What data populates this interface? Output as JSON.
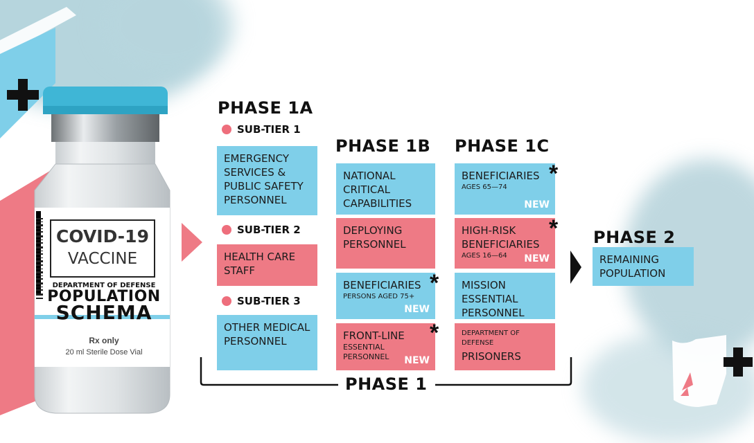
{
  "vial": {
    "title": "COVID-19",
    "subtitle": "VACCINE",
    "dept": "DEPARTMENT OF DEFENSE",
    "line1": "POPULATION",
    "line2": "SCHEMA",
    "rx": "Rx only",
    "dose": "20 ml  Sterile Dose Vial"
  },
  "phase1a": {
    "title": "PHASE 1A",
    "tiers": [
      {
        "label": "SUB-TIER 1",
        "box": "EMERGENCY SERVICES & PUBLIC SAFETY PERSONNEL"
      },
      {
        "label": "SUB-TIER 2",
        "box": "HEALTH CARE STAFF"
      },
      {
        "label": "SUB-TIER 3",
        "box": "OTHER MEDICAL PERSONNEL"
      }
    ]
  },
  "phase1b": {
    "title": "PHASE 1B",
    "boxes": [
      {
        "text": "NATIONAL CRITICAL CAPABILITIES"
      },
      {
        "text": "DEPLOYING PERSONNEL"
      },
      {
        "text": "BENEFICIARIES",
        "sub": "PERSONS AGED 75+",
        "badge": "NEW",
        "mark": "*"
      },
      {
        "text": "FRONT-LINE",
        "sub": "ESSENTIAL PERSONNEL",
        "badge": "NEW",
        "mark": "*"
      }
    ]
  },
  "phase1c": {
    "title": "PHASE 1C",
    "boxes": [
      {
        "text": "BENEFICIARIES",
        "sub": "AGES 65—74",
        "badge": "NEW",
        "mark": "*"
      },
      {
        "text": "HIGH-RISK BENEFICIARIES",
        "sub": "AGES 16—64",
        "badge": "NEW",
        "mark": "*"
      },
      {
        "text": "MISSION ESSENTIAL PERSONNEL"
      },
      {
        "pre": "DEPARTMENT OF DEFENSE",
        "text": "PRISONERS"
      }
    ]
  },
  "phase1": {
    "label": "PHASE 1"
  },
  "phase2": {
    "title": "PHASE 2",
    "box": "REMAINING POPULATION"
  },
  "colors": {
    "blue": "#7fcfe9",
    "pink": "#ee7a85",
    "dark": "#111111"
  }
}
